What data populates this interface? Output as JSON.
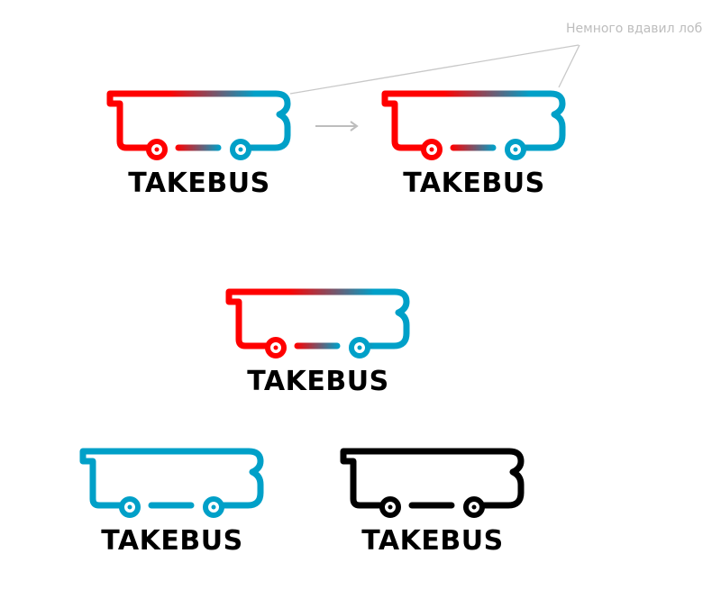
{
  "annotation": "Немного вдавил лоб",
  "brand": "TAKEBUS",
  "colors": {
    "red": "#ff0000",
    "blue": "#00a0c8",
    "black": "#000000",
    "annotation": "#c8c8c8"
  },
  "logos": [
    {
      "id": "original-gradient",
      "style": "gradient",
      "label": "TAKEBUS"
    },
    {
      "id": "revised-gradient",
      "style": "gradient",
      "label": "TAKEBUS"
    },
    {
      "id": "final-gradient",
      "style": "gradient",
      "label": "TAKEBUS"
    },
    {
      "id": "blue-mono",
      "style": "blue",
      "label": "TAKEBUS"
    },
    {
      "id": "black-mono",
      "style": "black",
      "label": "TAKEBUS"
    }
  ]
}
